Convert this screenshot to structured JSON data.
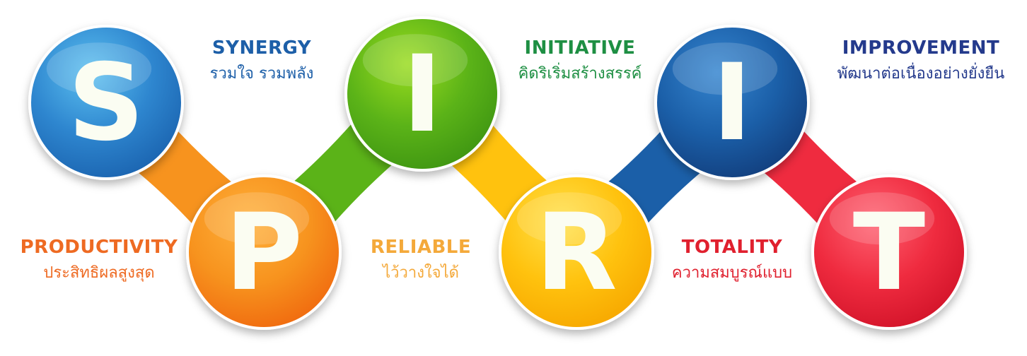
{
  "items": [
    {
      "letter": "S",
      "title": "SYNERGY",
      "subtitle": "รวมใจ รวมพลัง",
      "color": "#2e86cf",
      "light": "#5cc0f0",
      "dark": "#1b64b0",
      "text_color": "#1d5fa8"
    },
    {
      "letter": "P",
      "title": "PRODUCTIVITY",
      "subtitle": "ประสิทธิผลสูงสุด",
      "color": "#f7931e",
      "light": "#ffb03a",
      "dark": "#f06a0f",
      "text_color": "#ee6a22"
    },
    {
      "letter": "I",
      "title": "INITIATIVE",
      "subtitle": "คิดริเริ่มสร้างสรรค์",
      "color": "#5bb318",
      "light": "#9adc1e",
      "dark": "#3f9612",
      "text_color": "#1e8f43"
    },
    {
      "letter": "R",
      "title": "RELIABLE",
      "subtitle": "ไว้วางใจได้",
      "color": "#ffc20e",
      "light": "#ffe14a",
      "dark": "#f7a800",
      "text_color": "#f4a93a"
    },
    {
      "letter": "I",
      "title": "IMPROVEMENT",
      "subtitle": "พัฒนาต่อเนื่องอย่างยั่งยืน",
      "color": "#1b5fa8",
      "light": "#3585cf",
      "dark": "#123f7e",
      "text_color": "#243a8c"
    },
    {
      "letter": "T",
      "title": "TOTALITY",
      "subtitle": "ความสมบูรณ์แบบ",
      "color": "#ef2b3f",
      "light": "#ff6070",
      "dark": "#d3142a",
      "text_color": "#e0202e"
    }
  ]
}
